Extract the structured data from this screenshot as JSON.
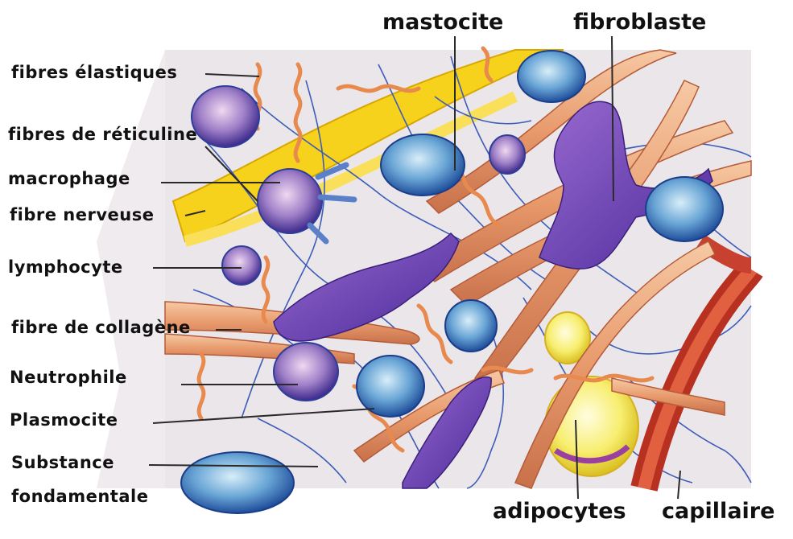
{
  "diagram": {
    "labels": {
      "fibres_elastiques": "fibres élastiques",
      "fibres_reticuline": "fibres de réticuline",
      "macrophage": "macrophage",
      "fibre_nerveuse": "fibre nerveuse",
      "lymphocyte": "lymphocyte",
      "fibre_collagene": "fibre de collagène",
      "neutrophile": "Neutrophile",
      "plasmocite": "Plasmocite",
      "substance_line1": "Substance",
      "substance_line2": "fondamentale",
      "mastocite": "mastocite",
      "fibroblaste": "fibroblaste",
      "adipocytes": "adipocytes",
      "capillaire": "capillaire"
    }
  }
}
